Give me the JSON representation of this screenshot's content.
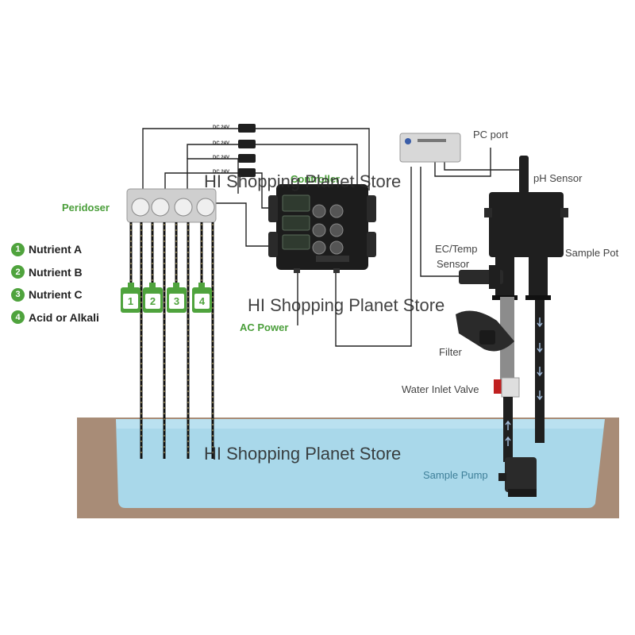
{
  "labels": {
    "peridoser": "Peridoser",
    "controller": "Controller",
    "ac_power": "AC Power",
    "pc_port": "PC port",
    "ph_sensor": "pH Sensor",
    "sample_pot": "Sample Pot",
    "ec_temp_sensor_line1": "EC/Temp",
    "ec_temp_sensor_line2": "Sensor",
    "filter": "Filter",
    "water_inlet_valve": "Water Inlet Valve",
    "sample_pump": "Sample Pump"
  },
  "legend": [
    {
      "num": "1",
      "label": "Nutrient A"
    },
    {
      "num": "2",
      "label": "Nutrient B"
    },
    {
      "num": "3",
      "label": "Nutrient C"
    },
    {
      "num": "4",
      "label": "Acid or Alkali"
    }
  ],
  "bottles": [
    "1",
    "2",
    "3",
    "4"
  ],
  "power_adapters": [
    "DC 24V",
    "DC 24V",
    "DC 24V",
    "DC 24V"
  ],
  "watermark": "HI Shopping Planet Store",
  "colors": {
    "accent_green": "#4fa33d",
    "water": "#a9d8ea",
    "soil": "#a98c78",
    "device_black": "#1f1f1f"
  }
}
